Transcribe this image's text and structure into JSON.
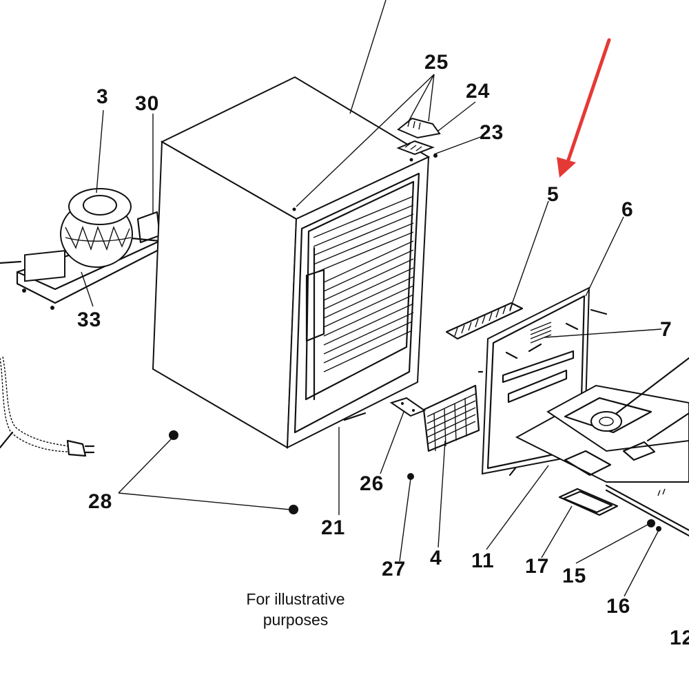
{
  "diagram": {
    "callouts": {
      "c3": "3",
      "c30": "30",
      "c33": "33",
      "c25": "25",
      "c24": "24",
      "c23": "23",
      "c5": "5",
      "c6": "6",
      "c7": "7",
      "c28": "28",
      "c21": "21",
      "c26": "26",
      "c27": "27",
      "c4": "4",
      "c11": "11",
      "c17": "17",
      "c15": "15",
      "c16": "16",
      "c12": "12"
    },
    "caption_line1": "For illustrative",
    "caption_line2": "purposes",
    "highlight_color": "#e53935"
  }
}
